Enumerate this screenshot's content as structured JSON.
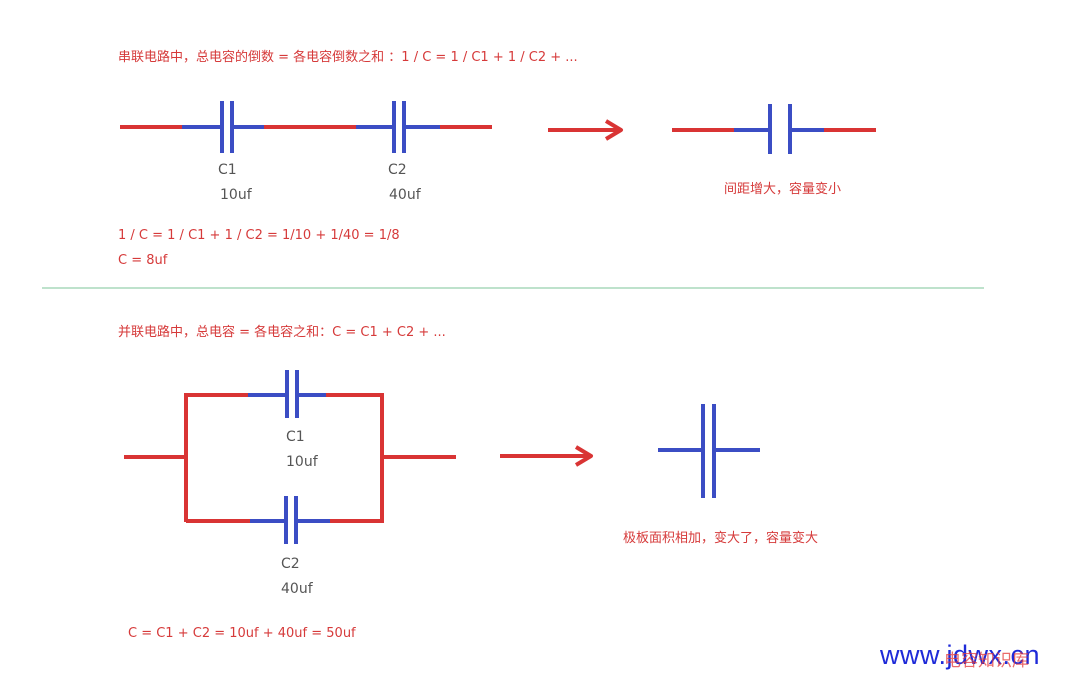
{
  "colors": {
    "wire": "#d93434",
    "plate": "#3b4dc4",
    "divider": "#7cc49a",
    "arrow": "#d93434"
  },
  "series": {
    "heading": "串联电路中，总电容的倒数 = 各电容倒数之和  ：1 / C = 1 / C1 + 1 / C2 + ...",
    "c1_name": "C1",
    "c1_value": "10uf",
    "c2_name": "C2",
    "c2_value": "40uf",
    "result_note": "间距增大，容量变小",
    "formula_line1": "1 / C = 1 / C1 + 1 / C2 = 1/10 + 1/40 = 1/8",
    "formula_line2": "C = 8uf"
  },
  "parallel": {
    "heading": "并联电路中，总电容 = 各电容之和：C = C1 + C2 + ...",
    "c1_name": "C1",
    "c1_value": "10uf",
    "c2_name": "C2",
    "c2_value": "40uf",
    "result_note": "极板面积相加，变大了，容量变大",
    "formula": "C = C1 + C2  = 10uf + 40uf = 50uf"
  },
  "watermark": {
    "url": "www.jdwx.cn",
    "overlay": "电容知识库"
  }
}
